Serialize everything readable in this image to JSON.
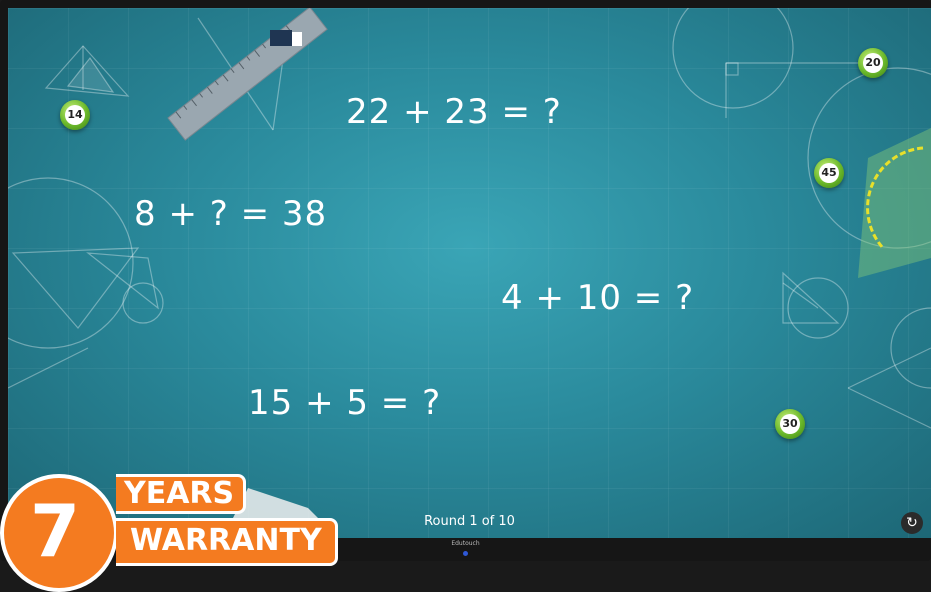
{
  "equations": [
    {
      "text": "22 + 23 = ?"
    },
    {
      "text": "8 + ? = 38"
    },
    {
      "text": "4 + 10 = ?"
    },
    {
      "text": "15 + 5 = ?"
    }
  ],
  "answer_balls": [
    "14",
    "20",
    "45",
    "30"
  ],
  "status": {
    "round_label": "Round 1 of 10"
  },
  "monitor": {
    "brand": "Edutouch"
  },
  "badge": {
    "number": "7",
    "years": "YEARS",
    "warranty": "WARRANTY"
  },
  "icons": {
    "refresh": "refresh-icon"
  },
  "colors": {
    "background": "#2a8a9c",
    "ball": "#6ab82a",
    "badge": "#f47b20"
  }
}
